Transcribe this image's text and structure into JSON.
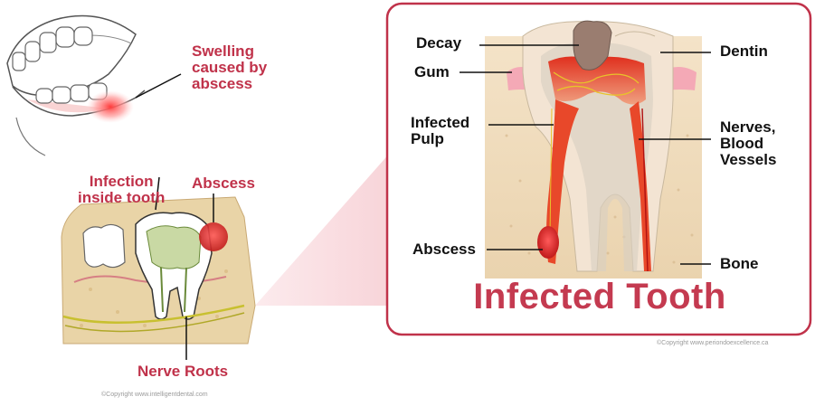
{
  "title": "Infected Tooth",
  "left_labels": {
    "swelling": [
      "Swelling",
      "caused by",
      "abscess"
    ],
    "infection": [
      "Infection",
      "inside tooth"
    ],
    "abscess": "Abscess",
    "nerve_roots": "Nerve Roots"
  },
  "right_labels": {
    "decay": "Decay",
    "dentin": "Dentin",
    "gum": "Gum",
    "infected_pulp": [
      "Infected",
      "Pulp"
    ],
    "nerves": [
      "Nerves,",
      "Blood",
      "Vessels"
    ],
    "abscess": "Abscess",
    "bone": "Bone"
  },
  "copyright_left": "©Copyright www.intelligentdental.com",
  "copyright_right": "©Copyright www.periondoexcellence.ca",
  "colors": {
    "accent_red": "#c43a50",
    "panel_border": "#c0324a",
    "connector": "#f6d4d8"
  }
}
